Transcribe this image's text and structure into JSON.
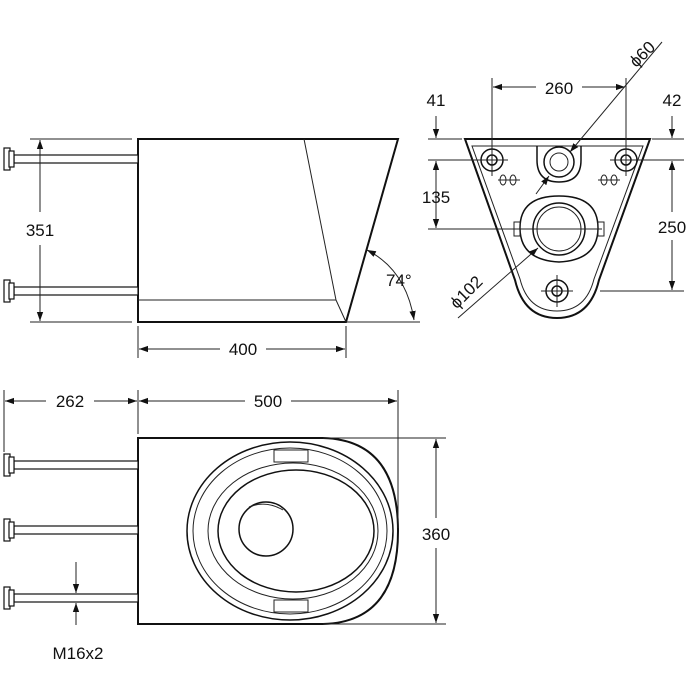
{
  "dimensions": {
    "side_height": "351",
    "side_length": "400",
    "angle": "74°",
    "rear_hole_spacing": "260",
    "rear_hole_diameter": "ϕ60",
    "rear_top_left": "41",
    "rear_top_right": "42",
    "rear_left_135": "135",
    "rear_right_250": "250",
    "rear_outlet_diameter": "ϕ102",
    "plan_offset": "262",
    "plan_length": "500",
    "plan_width": "360",
    "bolt_thread": "M16x2"
  },
  "colors": {
    "line": "#111111",
    "background": "#ffffff"
  }
}
